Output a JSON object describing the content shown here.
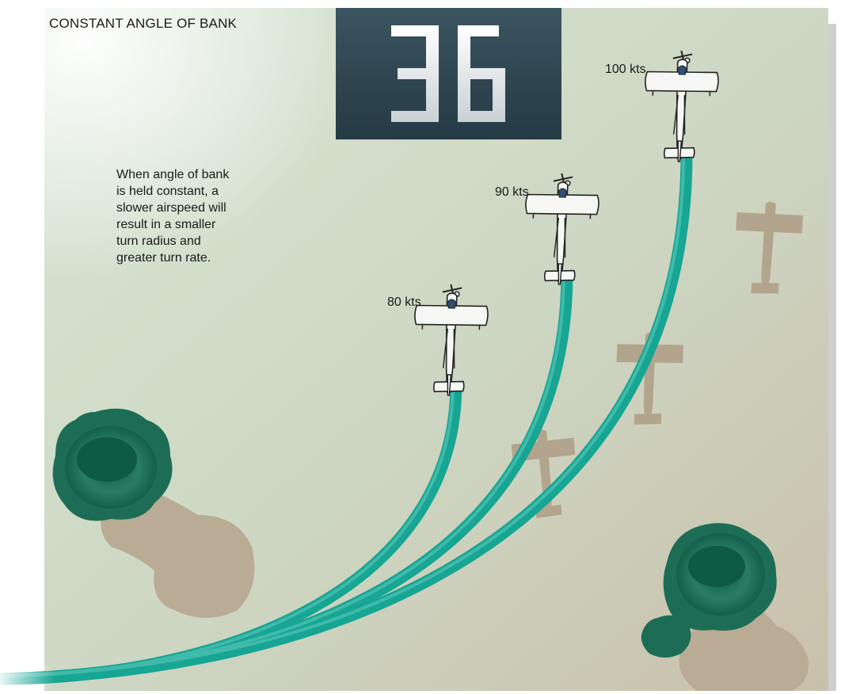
{
  "title": "CONSTANT ANGLE OF BANK",
  "runway_number": "36",
  "description": [
    "When angle of bank",
    "is held constant, a",
    "slower airspeed will",
    "result in a smaller",
    "turn radius and",
    "greater turn rate."
  ],
  "airplanes": [
    {
      "label": "80 kts"
    },
    {
      "label": "90 kts"
    },
    {
      "label": "100 kts"
    }
  ],
  "colors": {
    "background_light": "#d2e2cf",
    "background_dark": "#c8c3ad",
    "track": "#17a594",
    "tree": "#1b6c55",
    "runway_block": "#2f4550",
    "shadow": "#b5a791"
  }
}
